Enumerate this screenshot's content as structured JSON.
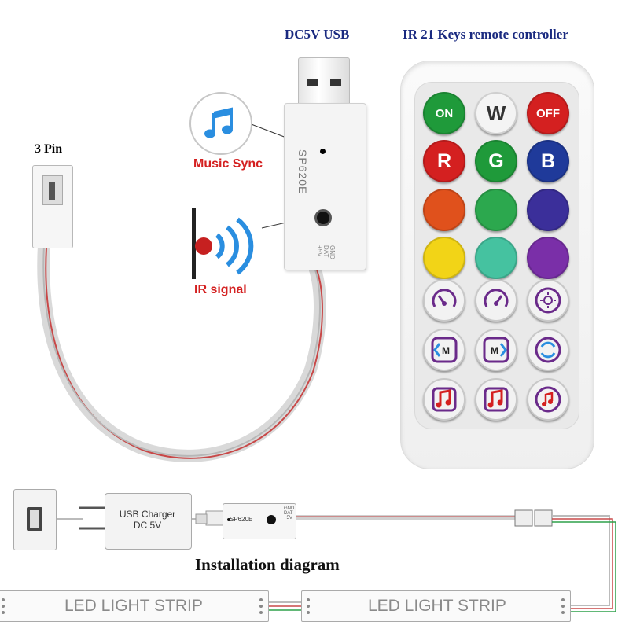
{
  "headers": {
    "usb": "DC5V USB",
    "remote": "IR 21 Keys remote controller",
    "pin": "3 Pin"
  },
  "labels": {
    "music_sync": "Music Sync",
    "ir_signal": "IR signal"
  },
  "controller": {
    "model": "SP620E",
    "pins": [
      "GND",
      "DAT",
      "+5V"
    ]
  },
  "remote_keys": [
    {
      "name": "on",
      "label": "ON",
      "color": "#1f9a3a"
    },
    {
      "name": "w",
      "label": "W",
      "color": "#f4f4f4"
    },
    {
      "name": "off",
      "label": "OFF",
      "color": "#d42020"
    },
    {
      "name": "r",
      "label": "R",
      "color": "#d42020"
    },
    {
      "name": "g",
      "label": "G",
      "color": "#1f9a3a"
    },
    {
      "name": "b",
      "label": "B",
      "color": "#1f3a9a"
    },
    {
      "name": "orange",
      "label": "",
      "color": "#e0511c"
    },
    {
      "name": "green",
      "label": "",
      "color": "#2ca84e"
    },
    {
      "name": "indigo",
      "label": "",
      "color": "#3b2f9a"
    },
    {
      "name": "yellow",
      "label": "",
      "color": "#f2d417"
    },
    {
      "name": "teal",
      "label": "",
      "color": "#45c2a0"
    },
    {
      "name": "purple",
      "label": "",
      "color": "#7a2fa8"
    },
    {
      "name": "speed-down",
      "label": "",
      "icon": "speed-down-icon"
    },
    {
      "name": "speed-up",
      "label": "",
      "icon": "speed-up-icon"
    },
    {
      "name": "brightness",
      "label": "",
      "icon": "brightness-icon"
    },
    {
      "name": "mode-prev",
      "label": "M",
      "icon": "mode-prev-icon"
    },
    {
      "name": "mode-next",
      "label": "M",
      "icon": "mode-next-icon"
    },
    {
      "name": "auto-cycle",
      "label": "",
      "icon": "auto-cycle-icon"
    },
    {
      "name": "music-1",
      "label": "",
      "icon": "music-prev-icon"
    },
    {
      "name": "music-2",
      "label": "",
      "icon": "music-next-icon"
    },
    {
      "name": "music-cycle",
      "label": "",
      "icon": "music-cycle-icon"
    }
  ],
  "install": {
    "title": "Installation diagram",
    "charger_line1": "USB Charger",
    "charger_line2": "DC 5V",
    "mini_model": "SP620E",
    "mini_pins": [
      "GND",
      "DAT",
      "+5V"
    ],
    "strip_label": "LED  LIGHT STRIP"
  },
  "colors": {
    "title_blue": "#1a2a80",
    "accent_red": "#d42020",
    "icon_blue": "#2a8ee0",
    "icon_purple": "#6a2a8a"
  }
}
